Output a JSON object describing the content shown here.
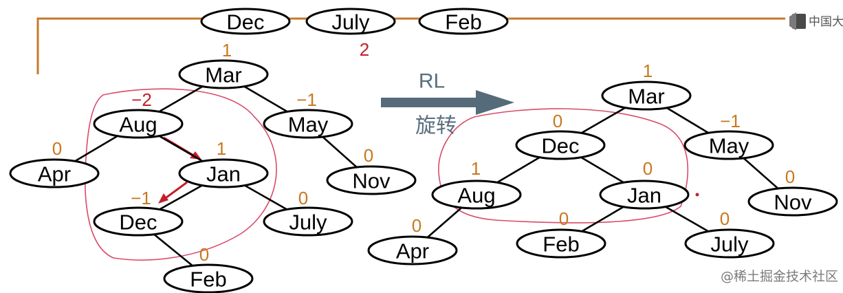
{
  "queue": [
    {
      "label": "Dec"
    },
    {
      "label": "July"
    },
    {
      "label": "Feb"
    }
  ],
  "insert_counter": "2",
  "rotation": {
    "type": "RL",
    "caption": "旋转"
  },
  "colors": {
    "balance_normal": "#c8781e",
    "balance_unbalanced": "#c41e2a",
    "annotation": "#d94a6a",
    "arrow": "#566b7a",
    "bracket": "#c47a2c"
  },
  "before_tree": {
    "nodes": [
      {
        "id": "mar",
        "label": "Mar",
        "balance": "1"
      },
      {
        "id": "aug",
        "label": "Aug",
        "balance": "−2",
        "unbalanced": true
      },
      {
        "id": "may",
        "label": "May",
        "balance": "−1"
      },
      {
        "id": "apr",
        "label": "Apr",
        "balance": "0"
      },
      {
        "id": "jan",
        "label": "Jan",
        "balance": "1"
      },
      {
        "id": "nov",
        "label": "Nov",
        "balance": "0"
      },
      {
        "id": "dec",
        "label": "Dec",
        "balance": "−1"
      },
      {
        "id": "july",
        "label": "July",
        "balance": "0"
      },
      {
        "id": "feb",
        "label": "Feb",
        "balance": "0"
      }
    ],
    "edges": [
      [
        "mar",
        "aug"
      ],
      [
        "mar",
        "may"
      ],
      [
        "aug",
        "apr"
      ],
      [
        "aug",
        "jan"
      ],
      [
        "may",
        "nov"
      ],
      [
        "jan",
        "dec"
      ],
      [
        "jan",
        "july"
      ],
      [
        "dec",
        "feb"
      ]
    ]
  },
  "after_tree": {
    "nodes": [
      {
        "id": "mar",
        "label": "Mar",
        "balance": "1"
      },
      {
        "id": "dec",
        "label": "Dec",
        "balance": "0"
      },
      {
        "id": "may",
        "label": "May",
        "balance": "−1"
      },
      {
        "id": "aug",
        "label": "Aug",
        "balance": "1"
      },
      {
        "id": "jan",
        "label": "Jan",
        "balance": "0"
      },
      {
        "id": "nov",
        "label": "Nov",
        "balance": "0"
      },
      {
        "id": "apr",
        "label": "Apr",
        "balance": "0"
      },
      {
        "id": "feb",
        "label": "Feb",
        "balance": "0"
      },
      {
        "id": "july",
        "label": "July",
        "balance": "0"
      }
    ],
    "edges": [
      [
        "mar",
        "dec"
      ],
      [
        "mar",
        "may"
      ],
      [
        "dec",
        "aug"
      ],
      [
        "dec",
        "jan"
      ],
      [
        "may",
        "nov"
      ],
      [
        "aug",
        "apr"
      ],
      [
        "jan",
        "feb"
      ],
      [
        "jan",
        "july"
      ]
    ]
  },
  "watermark": "@稀土掘金技术社区",
  "logo_text": "中国大"
}
